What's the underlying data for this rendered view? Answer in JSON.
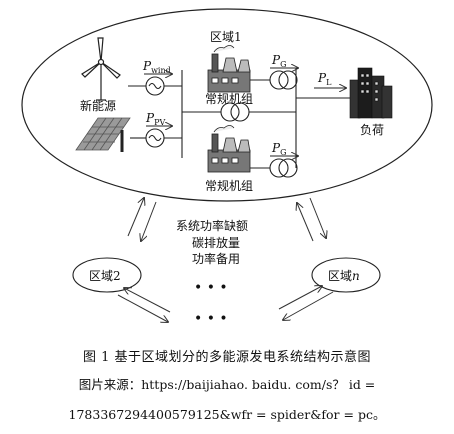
{
  "region1": {
    "title": "区域1",
    "new_energy_label": "新能源",
    "conventional_unit_top": "常规机组",
    "conventional_unit_bottom": "常规机组",
    "load_label": "负荷",
    "p_wind": {
      "main": "P",
      "sub": "wind"
    },
    "p_pv": {
      "main": "P",
      "sub": "PV"
    },
    "p_g_top": {
      "main": "P",
      "sub": "G"
    },
    "p_g_bottom": {
      "main": "P",
      "sub": "G"
    },
    "p_load": {
      "main": "P",
      "sub": "L"
    }
  },
  "exchange": {
    "line1": "系统功率缺额",
    "line2": "碳排放量",
    "line3": "功率备用"
  },
  "region2": {
    "label": "区域2"
  },
  "region_n": {
    "label": "区域",
    "italic_n": "n"
  },
  "dots_top": "• • •",
  "dots_bottom": "• • •",
  "caption": {
    "title": "图 1    基于区域划分的多能源发电系统结构示意图",
    "source_line1": "图片来源：https://baijiahao. baidu. com/s？ id =",
    "source_line2": "1783367294400579125&wfr = spider&for = pc。"
  }
}
